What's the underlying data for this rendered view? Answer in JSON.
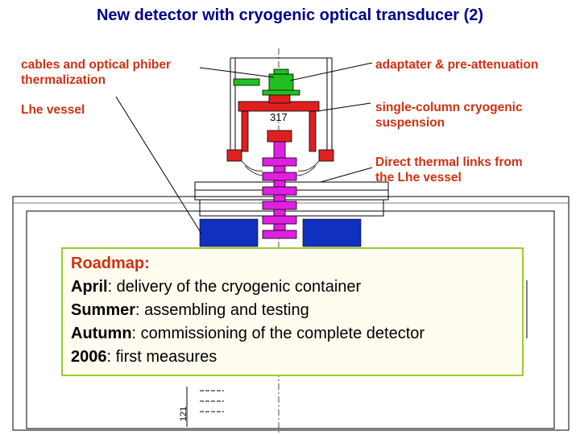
{
  "title": "New detector with cryogenic optical transducer (2)",
  "labels": {
    "cables": [
      "cables and optical phiber",
      "thermalization"
    ],
    "lhe_vessel": "Lhe vessel",
    "adaptater": "adaptater & pre-attenuation",
    "suspension": [
      "single-column cryogenic",
      "suspension"
    ],
    "thermal_links": [
      "Direct thermal links from",
      "the Lhe vessel"
    ]
  },
  "drawing_text": {
    "dimension": "317",
    "side_mark": "121"
  },
  "roadmap": {
    "heading": "Roadmap:",
    "items": [
      {
        "key": "April",
        "text": ": delivery of the cryogenic container"
      },
      {
        "key": "Summer",
        "text": ": assembling and testing"
      },
      {
        "key": "Autumn",
        "text": ": commissioning of the complete detector"
      },
      {
        "key": "2006",
        "text": ": first measures"
      }
    ]
  },
  "colors": {
    "title": "#00008b",
    "label": "#d03010",
    "suspension_part": "#e02020",
    "magenta_part": "#e020e0",
    "green_part": "#20c020",
    "vessel_blue": "#1030c0",
    "roadmap_border": "#9acd32"
  }
}
